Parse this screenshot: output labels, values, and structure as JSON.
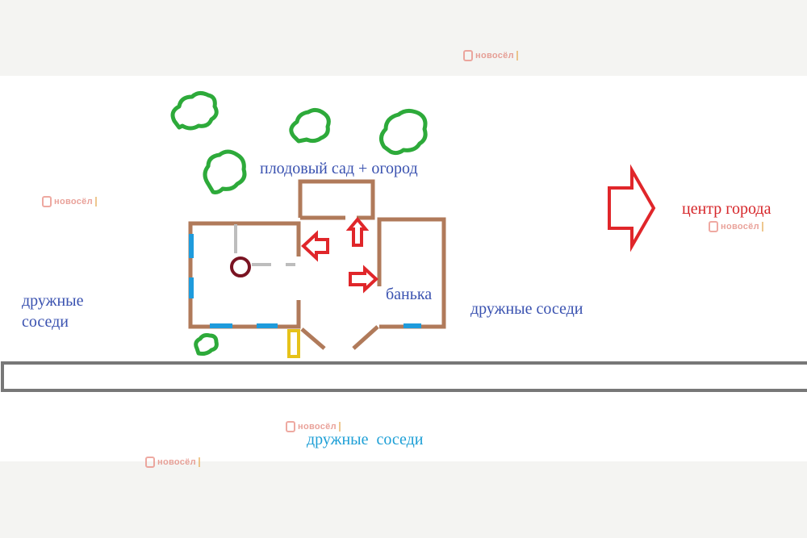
{
  "labels": {
    "garden": "плодовый сад + огород",
    "city_center": "центр города",
    "banya": "банька",
    "neighbors_left": "дружные\nсоседи",
    "neighbors_right": "дружные соседи",
    "neighbors_bottom": "дружные  соседи"
  },
  "watermark": {
    "text": "новосёл"
  },
  "colors": {
    "walls": "#b07a5a",
    "windows": "#1e9bdc",
    "arrows": "#e0262a",
    "trees": "#2daa3a",
    "road": "#777777",
    "stove": "#7a1422",
    "partitions": "#bdbdbd",
    "gate": "#e6c21a"
  }
}
